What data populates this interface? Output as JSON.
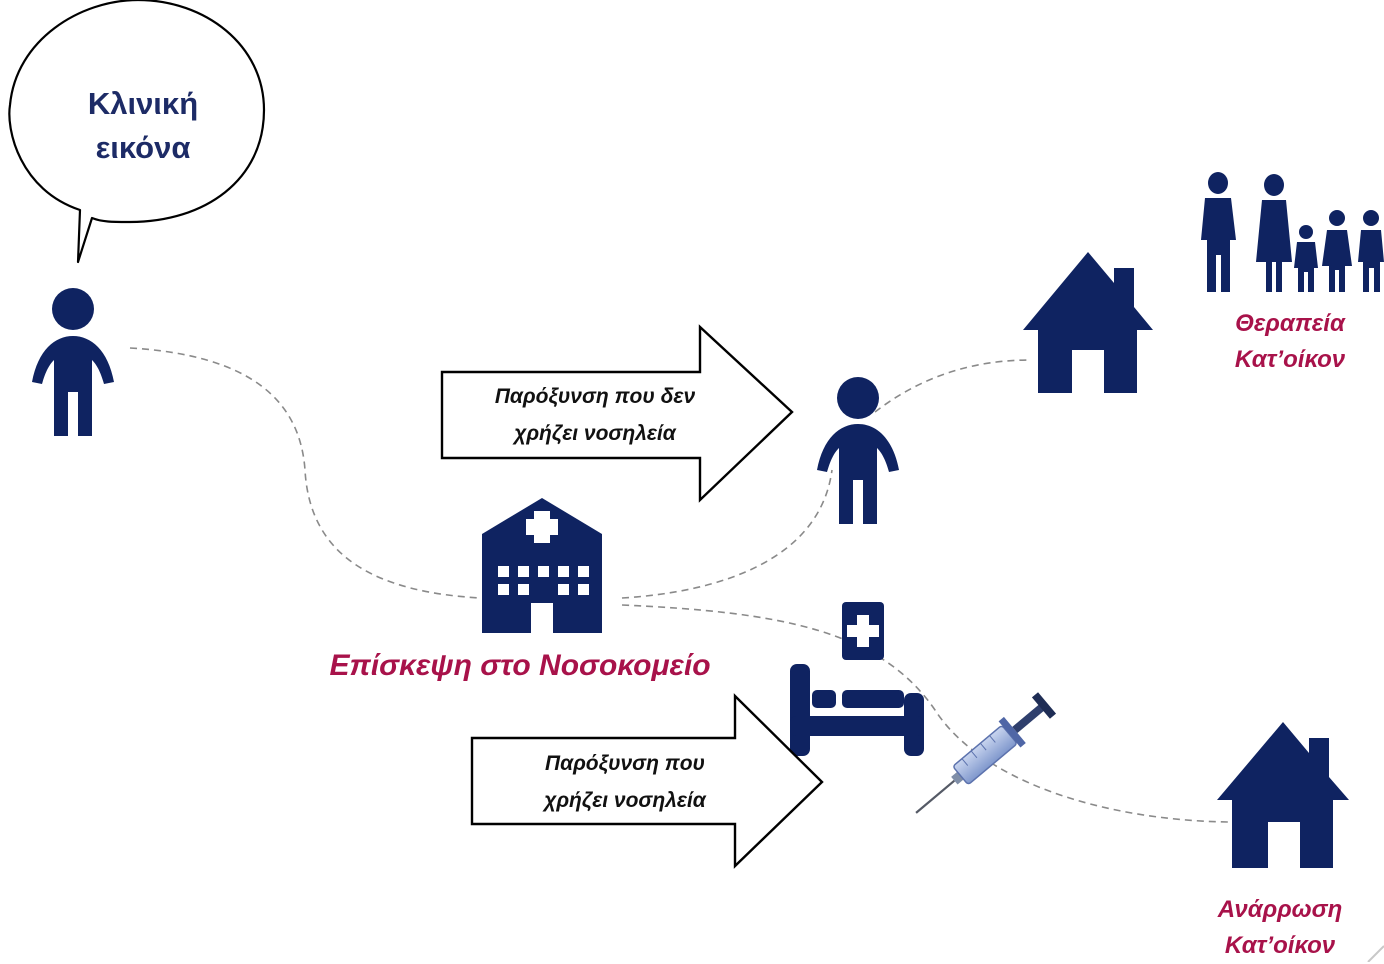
{
  "bubble": {
    "line1": "Κλινική",
    "line2": "εικόνα"
  },
  "arrow_no_hospitalization": {
    "line1": "Παρόξυνση που δεν",
    "line2": "χρήζει νοσηλεία"
  },
  "arrow_hospitalization": {
    "line1": "Παρόξυνση που",
    "line2": "χρήζει νοσηλεία"
  },
  "hospital_visit": {
    "label": "Επίσκεψη στο Νοσοκομείο"
  },
  "home_treatment": {
    "line1": "Θεραπεία",
    "line2": "Κατ’οίκον"
  },
  "home_recovery": {
    "line1": "Ανάρρωση",
    "line2": "Κατ’οίκον"
  },
  "colors": {
    "icon_navy": "#0f2361",
    "caption_crimson": "#a8124a",
    "syringe_blue": "#8fa6d6"
  }
}
